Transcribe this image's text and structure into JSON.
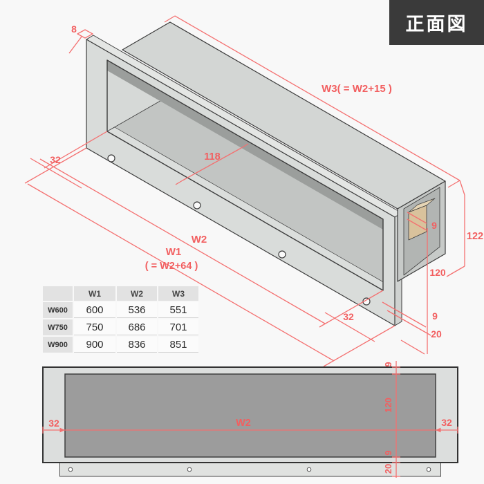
{
  "badge": {
    "label": "正面図"
  },
  "colors": {
    "accent_red": "#f25f60",
    "line_dark": "#3c3c3c",
    "frame_gray": "#d9dcda",
    "opening_dark_gray": "#9c9c9c",
    "interior_gray": "#c2c5c3",
    "wood_tan": "#d9c29c",
    "badge_bg": "#3a3a3a"
  },
  "iso_view": {
    "dims": {
      "thickness": "8",
      "w3": "W3( = W2+15 )",
      "left_offset": "32",
      "inner_depth": "118",
      "w2": "W2",
      "w1": "W1",
      "w1_sub": "( = W2+64 )",
      "wood_block": "9",
      "outer_height": "122",
      "opening_height": "120",
      "right_offset": "32",
      "bottom_margin": "9",
      "flange_strip": "20"
    }
  },
  "front_view": {
    "dims": {
      "left_margin": "32",
      "width": "W2",
      "right_margin": "32",
      "top_margin": "9",
      "opening_height": "120",
      "bottom_margin": "9",
      "strip_height": "20"
    }
  },
  "table": {
    "corner": "",
    "col_headers": [
      "W1",
      "W2",
      "W3"
    ],
    "rows": [
      {
        "label": "W600",
        "w1": "600",
        "w2": "536",
        "w3": "551"
      },
      {
        "label": "W750",
        "w1": "750",
        "w2": "686",
        "w3": "701"
      },
      {
        "label": "W900",
        "w1": "900",
        "w2": "836",
        "w3": "851"
      }
    ]
  }
}
